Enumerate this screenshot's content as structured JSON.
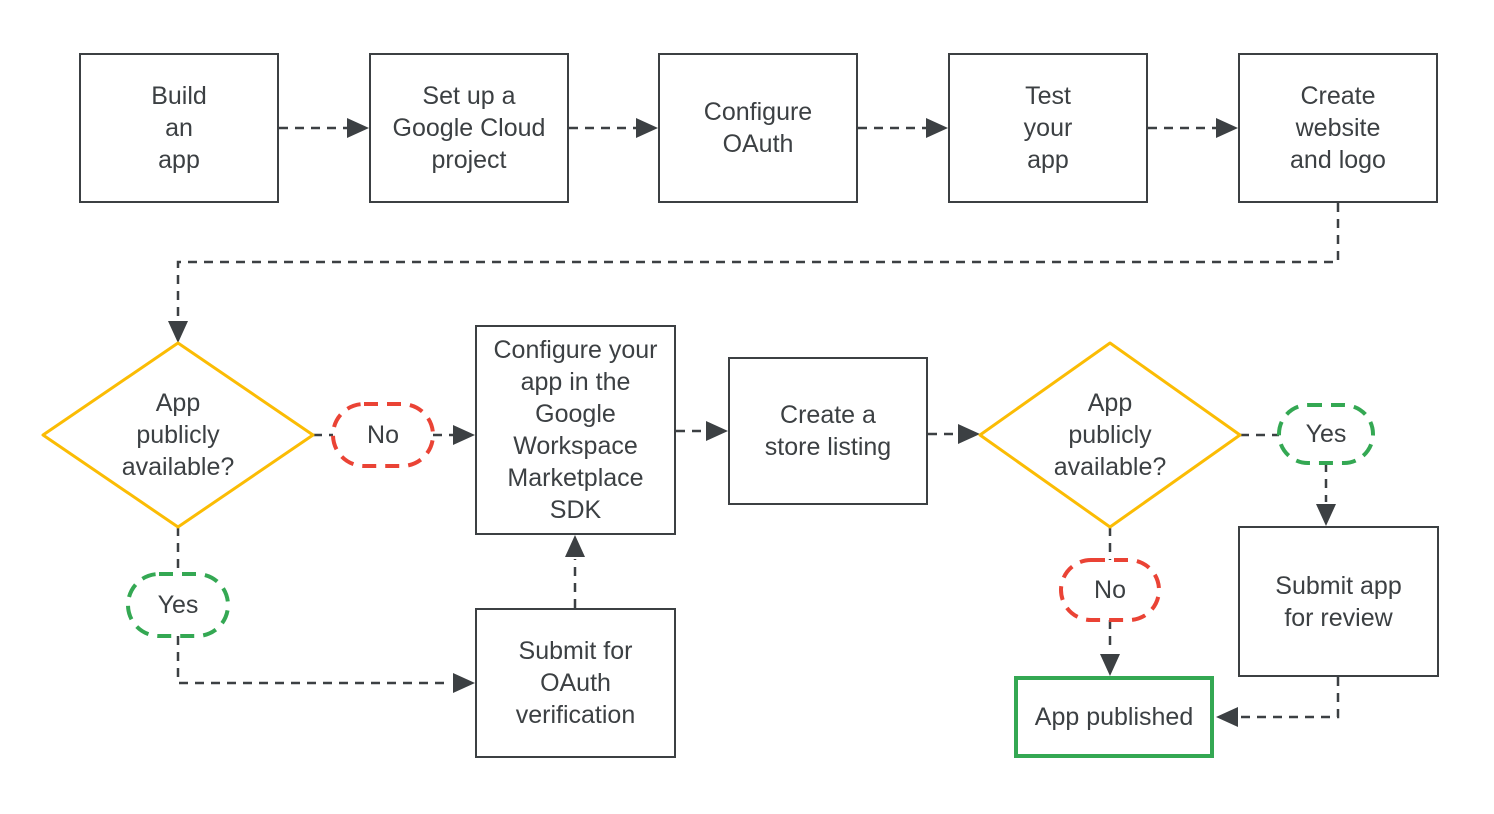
{
  "colors": {
    "ink": "#3c4043",
    "decision_yellow": "#fbbc04",
    "no_red": "#ea4335",
    "yes_green": "#34a853",
    "published_green": "#34a853",
    "background": "#ffffff"
  },
  "nodes": {
    "build_app": {
      "label": "Build\nan\napp"
    },
    "setup_project": {
      "label": "Set up a\nGoogle Cloud\nproject"
    },
    "configure_oauth": {
      "label": "Configure\nOAuth"
    },
    "test_app": {
      "label": "Test\nyour\napp"
    },
    "create_website": {
      "label": "Create\nwebsite\nand logo"
    },
    "decision_public_1": {
      "label": "App\npublicly\navailable?"
    },
    "no_1": {
      "label": "No"
    },
    "yes_1": {
      "label": "Yes"
    },
    "configure_marketplace": {
      "label": "Configure your\napp in the\nGoogle\nWorkspace\nMarketplace\nSDK"
    },
    "submit_oauth": {
      "label": "Submit for\nOAuth\nverification"
    },
    "store_listing": {
      "label": "Create a\nstore listing"
    },
    "decision_public_2": {
      "label": "App\npublicly\navailable?"
    },
    "yes_2": {
      "label": "Yes"
    },
    "no_2": {
      "label": "No"
    },
    "submit_review": {
      "label": "Submit app\nfor review"
    },
    "app_published": {
      "label": "App published"
    }
  }
}
